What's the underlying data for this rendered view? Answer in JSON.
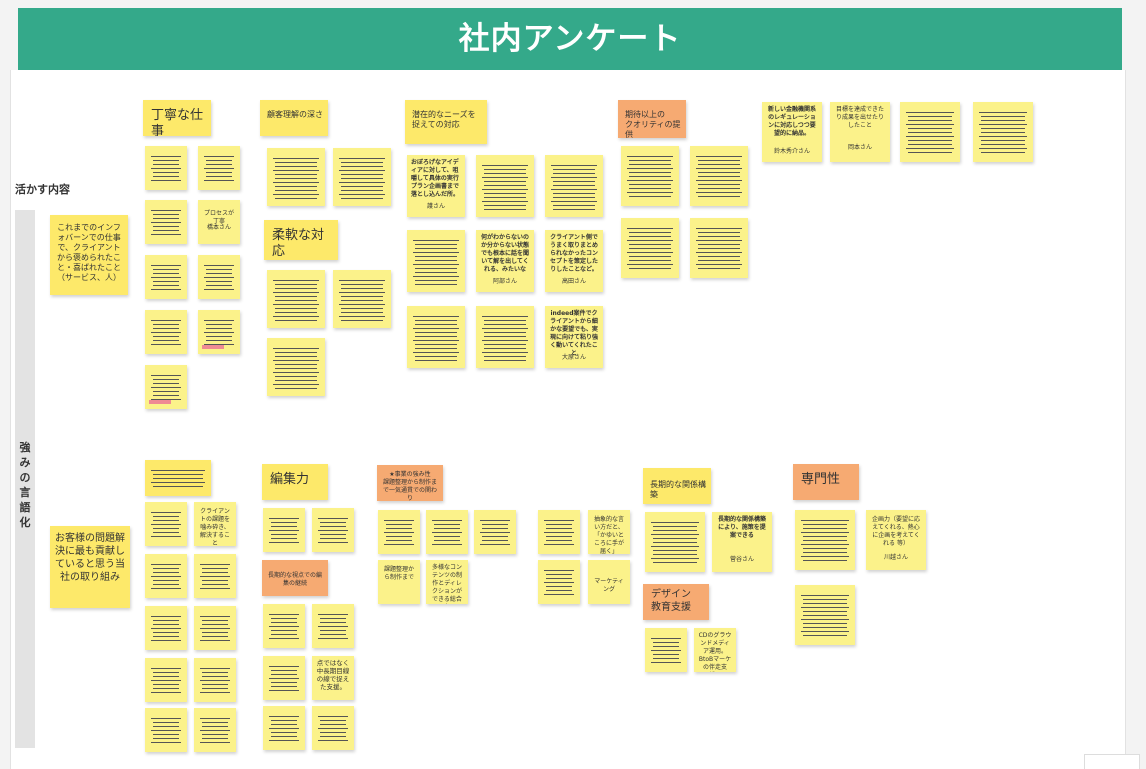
{
  "banner": {
    "title": "社内アンケート"
  },
  "labels": {
    "row1": "活かす内容",
    "row2": "強みの言語化"
  },
  "notes": {
    "a1": "丁寧な仕事",
    "a2": "顧客理解の深さ",
    "a3": "潜在的なニーズを捉えての対応",
    "a4": "期待以上の\nクオリティの提供",
    "a5": "新しい金融機関系のレギュレーションに対応しつつ要望的に納品。",
    "a5b": "鈴木秀介さん",
    "a6": "目標を達成できたり成果を出せたりしたこと",
    "a6b": "岡本さん",
    "a7": "柔軟な対応",
    "a8": "これまでのインフォバーンでの仕事で、クライアントから褒められたこと・喜ばれたこと（サービス、人）",
    "a9": "プロセスが丁寧",
    "a9b": "橋本さん",
    "a10": "おぼろげなアイディアに対して、咀嚼して具体の実行プラン企画書まで落とし込んだ所。",
    "a10b": "護さん",
    "a11": "何がわからないのか分からない状態でも根本に話を聞いて解を出してくれる、みたいな",
    "a11b": "阿部さん",
    "a12": "クライアント側でうまく取りまとめられなかったコンセプトを策定したりしたことなど。",
    "a12b": "高田さん",
    "a13": "indeed案件でクライアントから細かな要望でも、実現に向けて粘り強く動いてくれたこと",
    "a13b": "大原さん",
    "b1": "お客様の問題解決に最も貢献していると思う当社の取り組み",
    "b2": "クライアントの課題を噛み砕き、解決すること",
    "b3": "編集力",
    "b4": "★事業の強み性\n課題整理から制作まで一気通貫での関わり",
    "b5": "長期的な関係構築",
    "b6": "専門性",
    "b7": "点ではなく中長期目線の線で捉えた支援。",
    "b8": "多様なコンテンツの制作とディレクションができる総合力",
    "b9": "抽象的な言い方だと、「かゆいところに手が届く」",
    "b10": "マーケティング",
    "b11": "長期的な関係構築により、施策を提案できる",
    "b11b": "菅谷さん",
    "b12": "デザイン\n教育支援",
    "b13": "企画力（要望に応えてくれる、熱心に企画を考えてくれる 等）",
    "b13b": "川越さん",
    "b14": "長期的な視点での編集の継続",
    "b15": "課題整理から制作まで",
    "b16": "CDのグラウンドメディア運用。BtoBマーケの伴走支援。"
  }
}
